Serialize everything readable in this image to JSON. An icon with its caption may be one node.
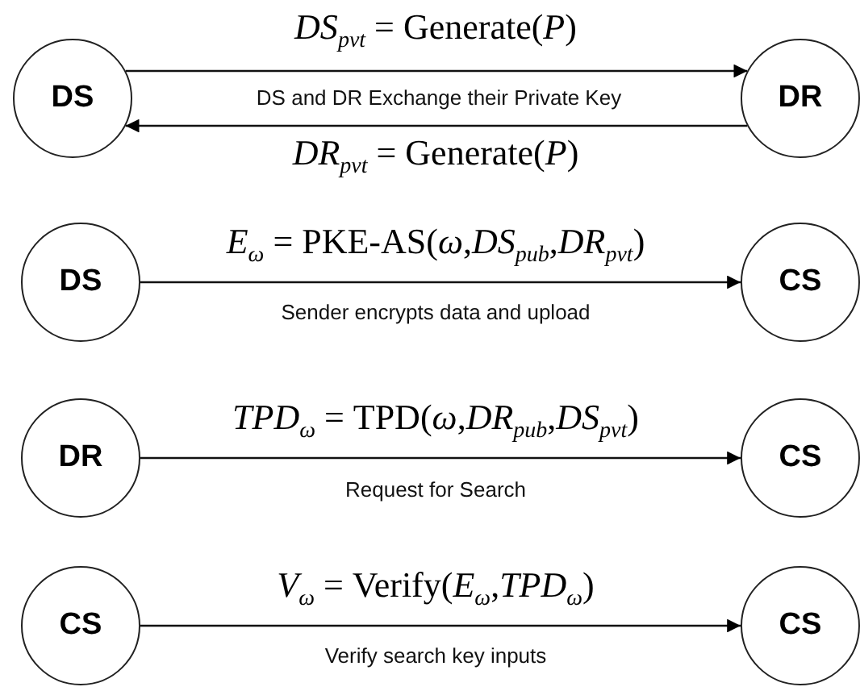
{
  "diagram": {
    "nodes": [
      {
        "text": [
          "DS"
        ]
      },
      {
        "text": [
          "DR"
        ]
      },
      {
        "text": [
          "DS"
        ]
      },
      {
        "text": [
          "CS"
        ]
      },
      {
        "text": [
          "DR"
        ]
      },
      {
        "text": [
          "CS"
        ]
      },
      {
        "text": [
          "CS"
        ]
      },
      {
        "text": [
          "CS"
        ]
      }
    ],
    "edges": [
      {
        "from": 0,
        "to": 1,
        "arrow": "to",
        "label": "*DS*$_{pvt}$ = Generate(*P*)"
      },
      {
        "from": 1,
        "to": 0,
        "arrow": "to",
        "label": "*DR*$_{pvt}$ = Generate(*P*)"
      },
      {
        "from": 2,
        "to": 3,
        "arrow": "to",
        "label": "*E*$_{ω}$ = PKE-AS(*ω*,*DS*$_{pub}$,*DR*$_{pvt}$)"
      },
      {
        "from": 4,
        "to": 5,
        "arrow": "to",
        "label": "*TPD*$_{ω}$ = TPD(*ω*,*DR*$_{pub}$,*DS*$_{pvt}$)"
      },
      {
        "from": 6,
        "to": 7,
        "arrow": "to",
        "label": "*V*$_{ω}$ = Verify(*E*$_{ω}$,*TPD*$_{ω}$)"
      }
    ],
    "labels": [
      "DS and DR Exchange their Private Key",
      "Sender encrypts data and upload",
      "Request for Search",
      "Verify search key inputs"
    ]
  }
}
